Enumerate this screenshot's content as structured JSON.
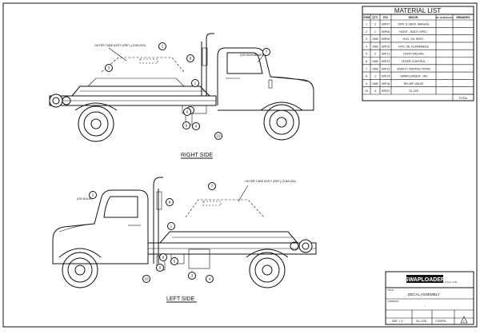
{
  "material_list": {
    "title": "MATERIAL LIST",
    "headers": [
      "ITEM",
      "QTY.",
      "P/N",
      "DESCR.",
      "WT.-LB PER EACH",
      "REMARKS"
    ],
    "rows": [
      [
        "1",
        "2",
        "90P07",
        "OPR. & SERV. MANUAL"
      ],
      [
        "2",
        "2",
        "90P08",
        "HOIST - BODY SPEC."
      ],
      [
        "3",
        "ONE",
        "90P09",
        "HYD. OIL SPEC."
      ],
      [
        "4",
        "ONE",
        "90P10",
        "HYD. OIL FLAMMABLE"
      ],
      [
        "5",
        "2",
        "90P11",
        "HOIST FAILING"
      ],
      [
        "6",
        "ONE",
        "90P12",
        "LEVER CONTROL"
      ],
      [
        "7",
        "ONE",
        "90P13",
        "SAFETY INSTRUCTIONS"
      ],
      [
        "8",
        "3",
        "90P14",
        "SWAPLOADER - JIB"
      ],
      [
        "9",
        "ONE",
        "90P18",
        "RELIEF VALVE"
      ],
      [
        "10",
        "4",
        "90P22",
        "SL-225"
      ]
    ],
    "total_label": "TOTAL"
  },
  "views": {
    "right": {
      "label": "RIGHT SIDE",
      "note": "OUTER TUBE ASS'Y (REF.) (1045-000)",
      "dash_note": "(ON DASHBOARD)"
    },
    "left": {
      "label": "LEFT SIDE",
      "note": "OUTER TUBE ASS'Y (REF.) (1045-000)",
      "door_note": "(ON DOOR)"
    }
  },
  "balloons_right": [
    "1",
    "2",
    "3",
    "4",
    "5",
    "6",
    "7",
    "8",
    "9",
    "10"
  ],
  "balloons_left": [
    "1",
    "2",
    "3",
    "4",
    "5",
    "6",
    "7",
    "8",
    "9",
    "10"
  ],
  "title_block": {
    "brand": "SWAPLOADER",
    "brand_sub": "U.S.A. LTD.",
    "title_label": "TITLE",
    "title": "DECAL ASSEMBLY",
    "company_label": "COMPANY",
    "company_value": "-",
    "scale": "3/8\" = 1'",
    "dwg_no": "SL-225",
    "sheet": "CONFIG",
    "rev": "1"
  },
  "colors": {
    "line": "#111111",
    "paper": "#ffffff"
  }
}
